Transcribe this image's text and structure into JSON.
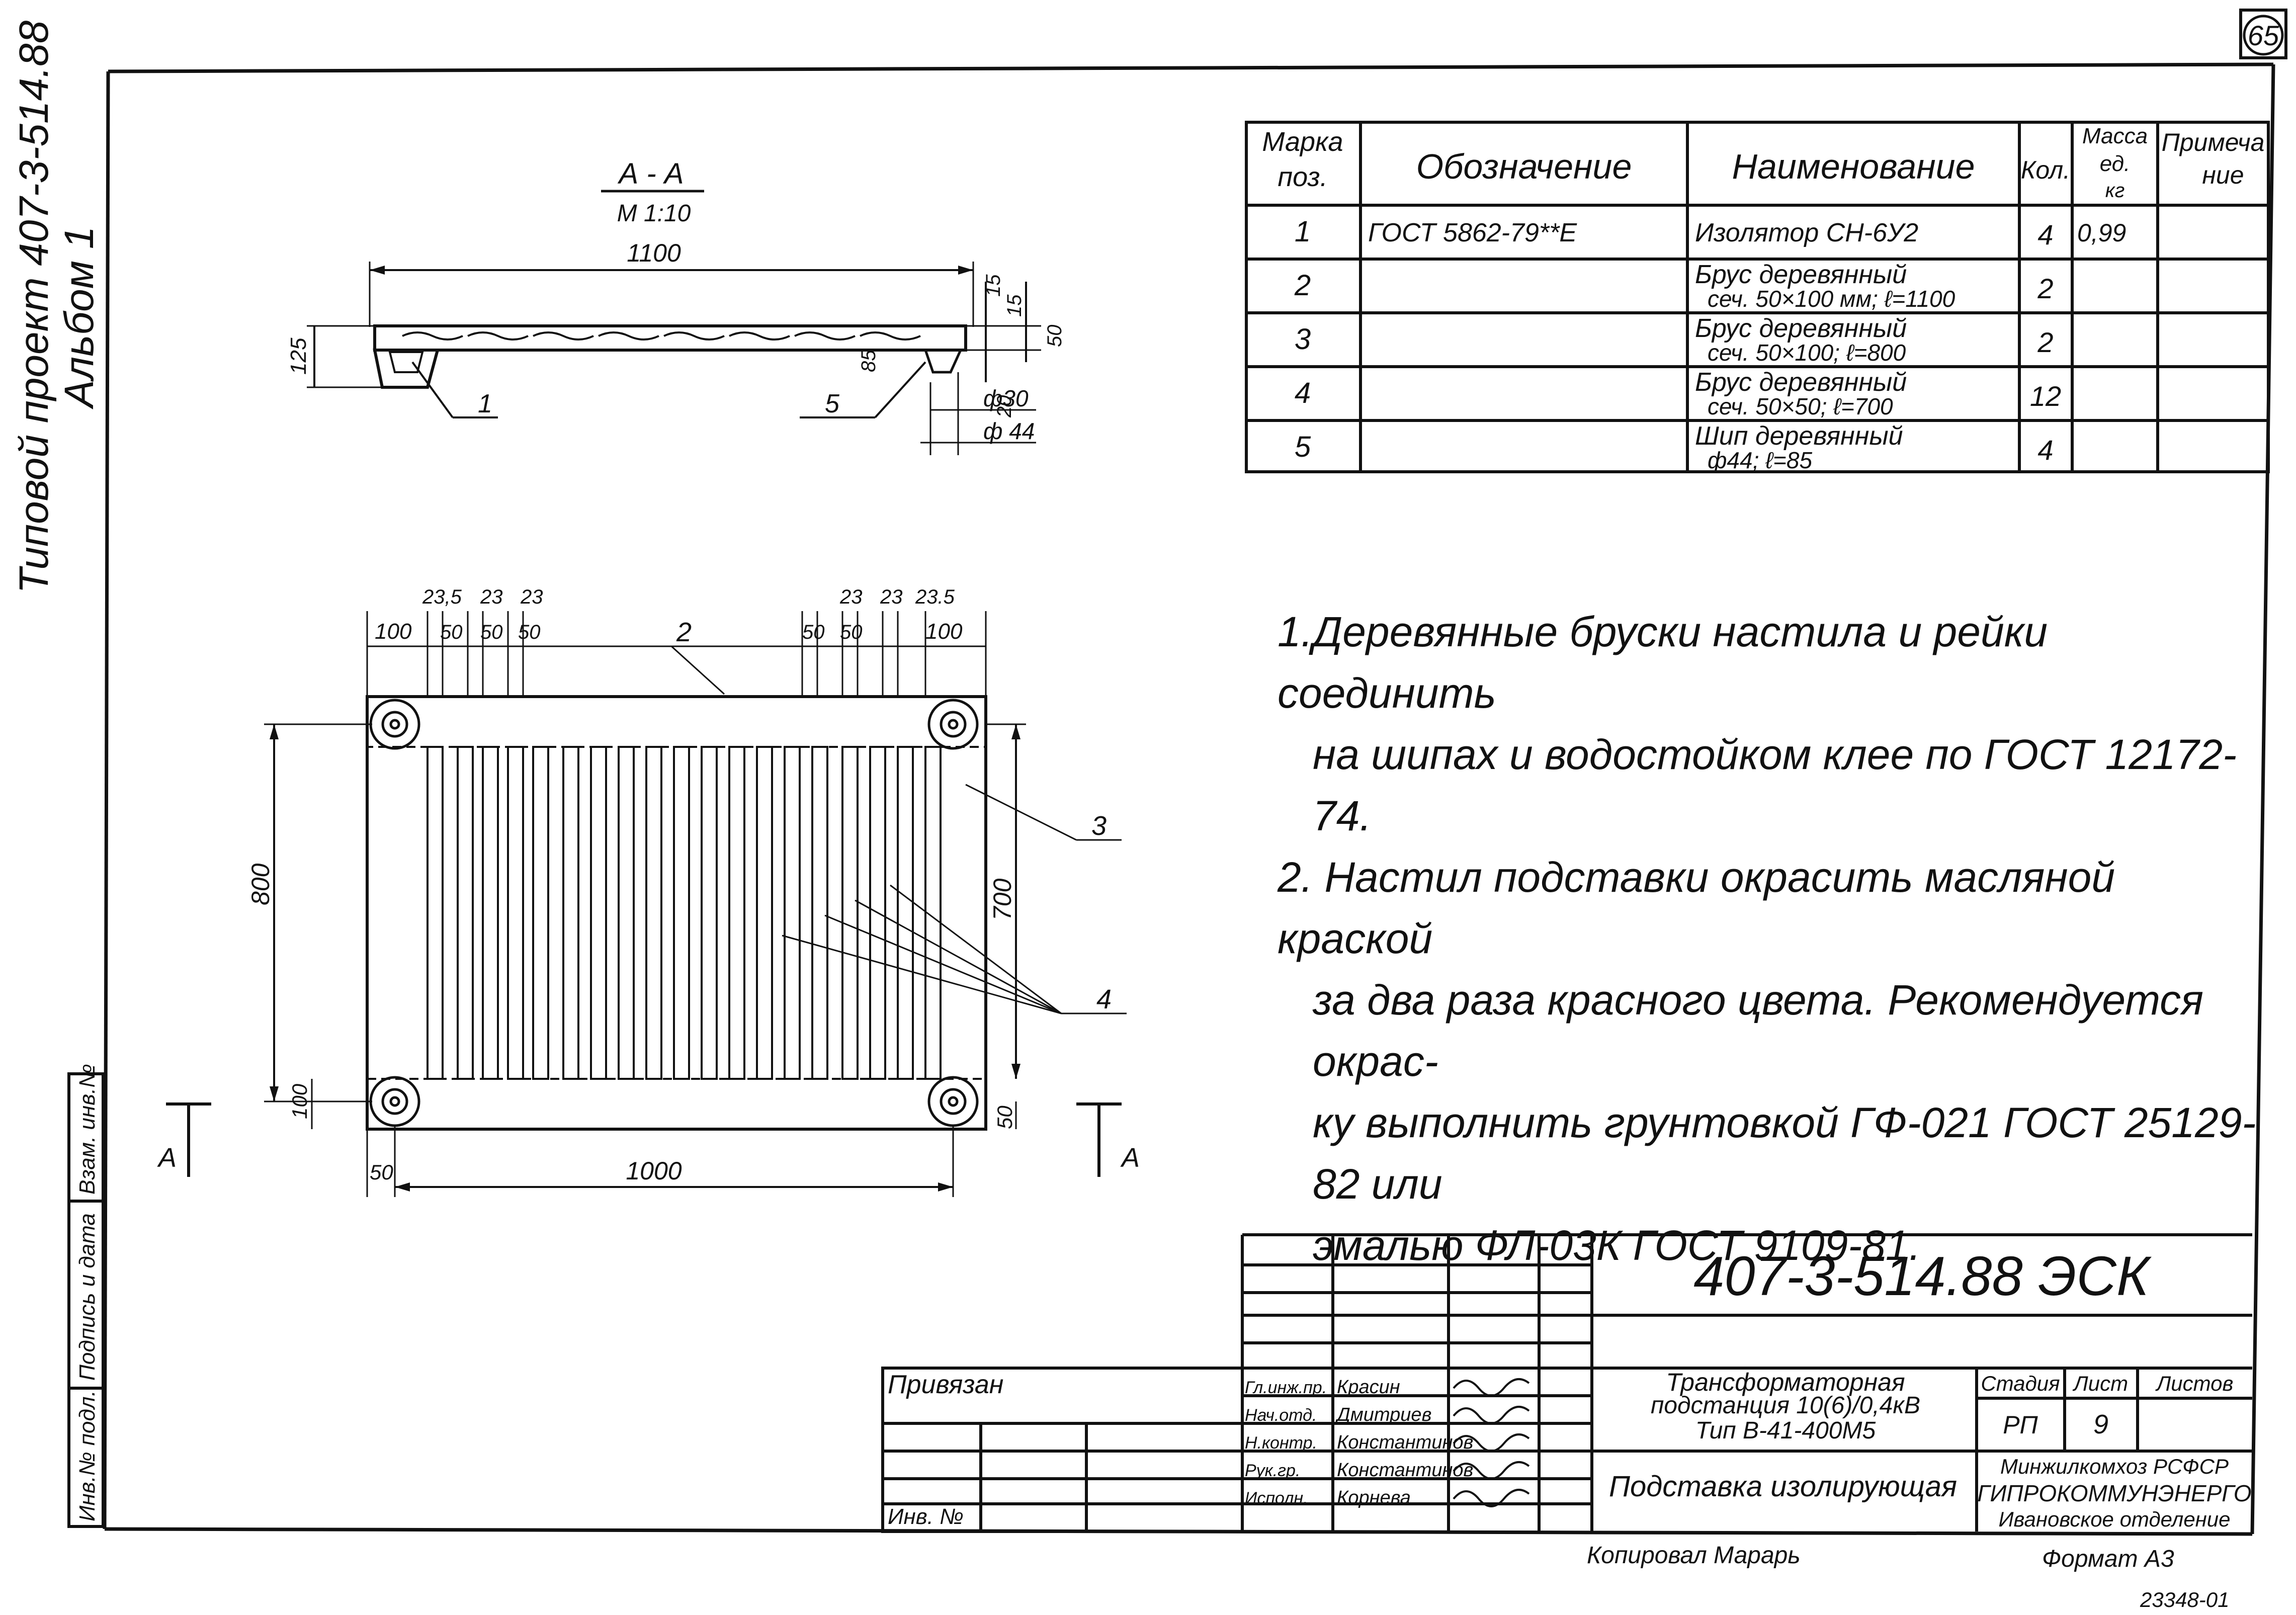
{
  "page_number": "65",
  "side_title": {
    "line1": "Типовой проект 407-3-514.88",
    "line2": "Альбом 1"
  },
  "left_stamp": {
    "cell1": "Инв.№ подл.",
    "cell2": "Подпись и дата",
    "cell3": "Взам. инв.№"
  },
  "section_view": {
    "title": "А - А",
    "scale": "М 1:10",
    "dims": {
      "length": "1100",
      "height": "125",
      "d15a": "15",
      "d15b": "15",
      "d50": "50",
      "d85": "85",
      "d20": "20",
      "phi30": "ф30",
      "phi44": "ф 44"
    },
    "callouts": {
      "c1": "1",
      "c5": "5"
    }
  },
  "plan_view": {
    "top_small_dims": [
      "23,5",
      "23",
      "23",
      "23",
      "23",
      "23.5"
    ],
    "top_dims": [
      "100",
      "50",
      "50",
      "50",
      "50",
      "50",
      "100"
    ],
    "height_800": "800",
    "height_700": "700",
    "d100": "100",
    "d50_right": "50",
    "d50_bottom": "50",
    "width_1000": "1000",
    "section_mark": "А",
    "callouts": {
      "c2": "2",
      "c3": "3",
      "c4": "4"
    }
  },
  "spec_table": {
    "headers": {
      "pos": "Марка поз.",
      "designation": "Обозначение",
      "name": "Наименование",
      "qty": "Кол.",
      "mass": "Масса ед. кг",
      "note": "Примечание"
    },
    "rows": [
      {
        "pos": "1",
        "designation": "ГОСТ 5862-79**Е",
        "name1": "Изолятор СН-6У2",
        "name2": "",
        "qty": "4",
        "mass": "0,99",
        "note": ""
      },
      {
        "pos": "2",
        "designation": "",
        "name1": "Брус деревянный",
        "name2": "сеч. 50×100 мм; ℓ=1100",
        "qty": "2",
        "mass": "",
        "note": ""
      },
      {
        "pos": "3",
        "designation": "",
        "name1": "Брус деревянный",
        "name2": "сеч. 50×100; ℓ=800",
        "qty": "2",
        "mass": "",
        "note": ""
      },
      {
        "pos": "4",
        "designation": "",
        "name1": "Брус деревянный",
        "name2": "сеч. 50×50; ℓ=700",
        "qty": "12",
        "mass": "",
        "note": ""
      },
      {
        "pos": "5",
        "designation": "",
        "name1": "Шип деревянный",
        "name2": "ф44; ℓ=85",
        "qty": "4",
        "mass": "",
        "note": ""
      }
    ]
  },
  "notes": {
    "n1a": "1.Деревянные бруски настила и рейки соединить",
    "n1b": "на шипах и водостойком клее по ГОСТ 12172-74.",
    "n2a": "2. Настил подставки окрасить масляной краской",
    "n2b": "за два раза красного цвета. Рекомендуется окрас-",
    "n2c": "ку выполнить грунтовкой ГФ-021 ГОСТ 25129-82 или",
    "n2d": "эмалью ФЛ-03К ГОСТ 9109-81."
  },
  "title_block": {
    "code": "407-3-514.88 ЭСК",
    "privyazan": "Привязан",
    "inv_no": "Инв. №",
    "roles": [
      {
        "role": "Гл.инж.пр.",
        "name": "Красин"
      },
      {
        "role": "Нач.отд.",
        "name": "Дмитриев"
      },
      {
        "role": "Н.контр.",
        "name": "Константинов"
      },
      {
        "role": "Рук.гр.",
        "name": "Константинов"
      },
      {
        "role": "Исполн.",
        "name": "Корнева"
      }
    ],
    "project_line1": "Трансформаторная",
    "project_line2": "подстанция 10(6)/0,4кВ",
    "project_line3": "Тип В-41-400М5",
    "drawing_name": "Подставка изолирующая",
    "stage_label": "Стадия",
    "sheet_label": "Лист",
    "sheets_label": "Листов",
    "stage": "РП",
    "sheet": "9",
    "org1": "Минжилкомхоз РСФСР",
    "org2": "ГИПРОКОММУНЭНЕРГО",
    "org3": "Ивановское отделение"
  },
  "footer": {
    "copied": "Копировал Марарь",
    "format": "Формат А3",
    "number": "23348-01"
  }
}
